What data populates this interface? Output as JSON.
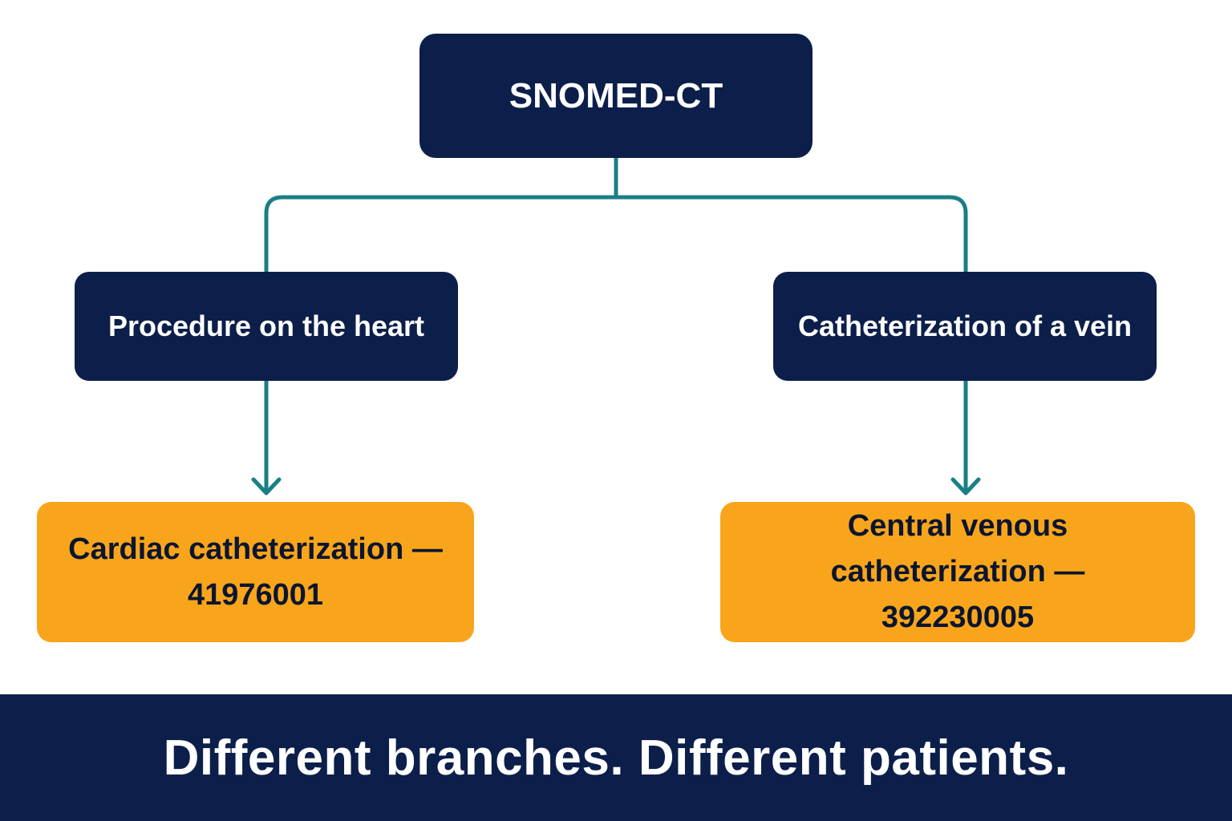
{
  "root": {
    "label": "SNOMED-CT"
  },
  "categories": [
    {
      "label": "Procedure on the heart"
    },
    {
      "label": "Catheterization of a vein"
    }
  ],
  "concepts": [
    {
      "name": "Cardiac catheterization —",
      "code": "41976001"
    },
    {
      "name": "Central venous catheterization —",
      "code": "392230005"
    }
  ],
  "banner": {
    "text": "Different branches. Different patients."
  },
  "colors": {
    "navy": "#0c1f4a",
    "teal": "#1a7f84",
    "amber": "#f9a51b"
  }
}
